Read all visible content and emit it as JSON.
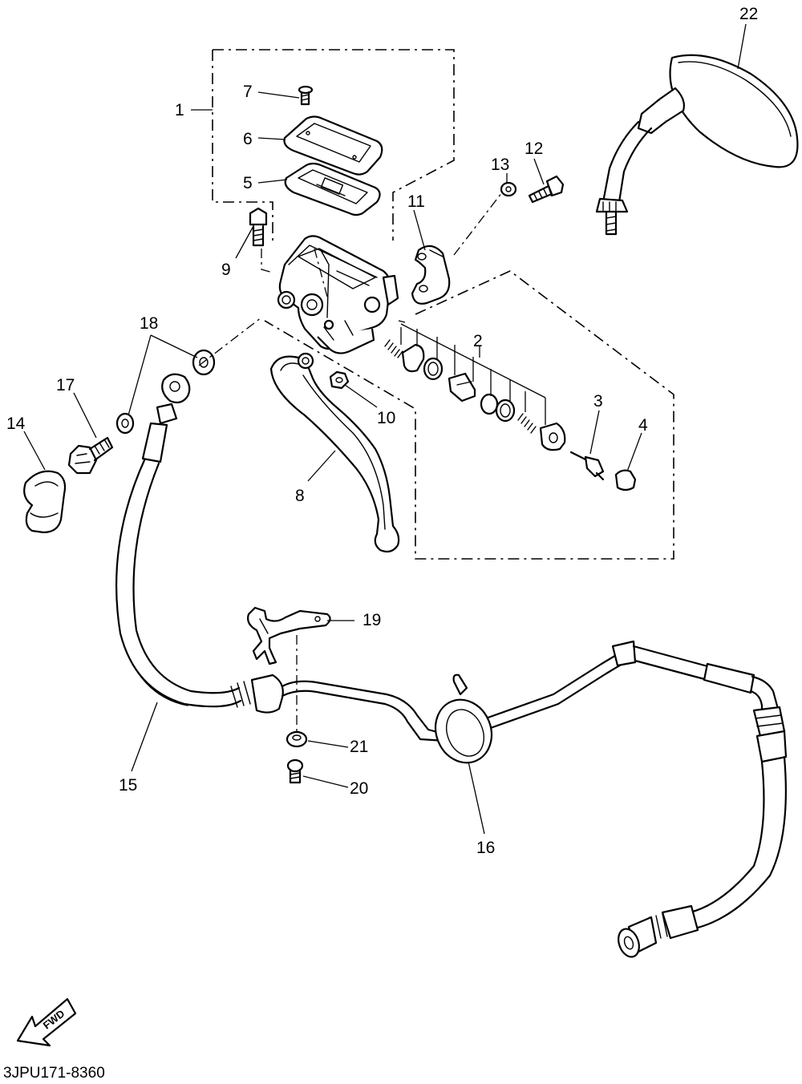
{
  "callouts": [
    {
      "id": "1",
      "label": "1"
    },
    {
      "id": "2",
      "label": "2"
    },
    {
      "id": "3",
      "label": "3"
    },
    {
      "id": "4",
      "label": "4"
    },
    {
      "id": "5",
      "label": "5"
    },
    {
      "id": "6",
      "label": "6"
    },
    {
      "id": "7",
      "label": "7"
    },
    {
      "id": "8",
      "label": "8"
    },
    {
      "id": "9",
      "label": "9"
    },
    {
      "id": "10",
      "label": "10"
    },
    {
      "id": "11",
      "label": "11"
    },
    {
      "id": "12",
      "label": "12"
    },
    {
      "id": "13",
      "label": "13"
    },
    {
      "id": "14",
      "label": "14"
    },
    {
      "id": "15",
      "label": "15"
    },
    {
      "id": "16",
      "label": "16"
    },
    {
      "id": "17",
      "label": "17"
    },
    {
      "id": "18",
      "label": "18"
    },
    {
      "id": "19",
      "label": "19"
    },
    {
      "id": "20",
      "label": "20"
    },
    {
      "id": "21",
      "label": "21"
    },
    {
      "id": "22",
      "label": "22"
    }
  ],
  "fwd_label": "FWD",
  "drawing_code": "3JPU171-8360"
}
